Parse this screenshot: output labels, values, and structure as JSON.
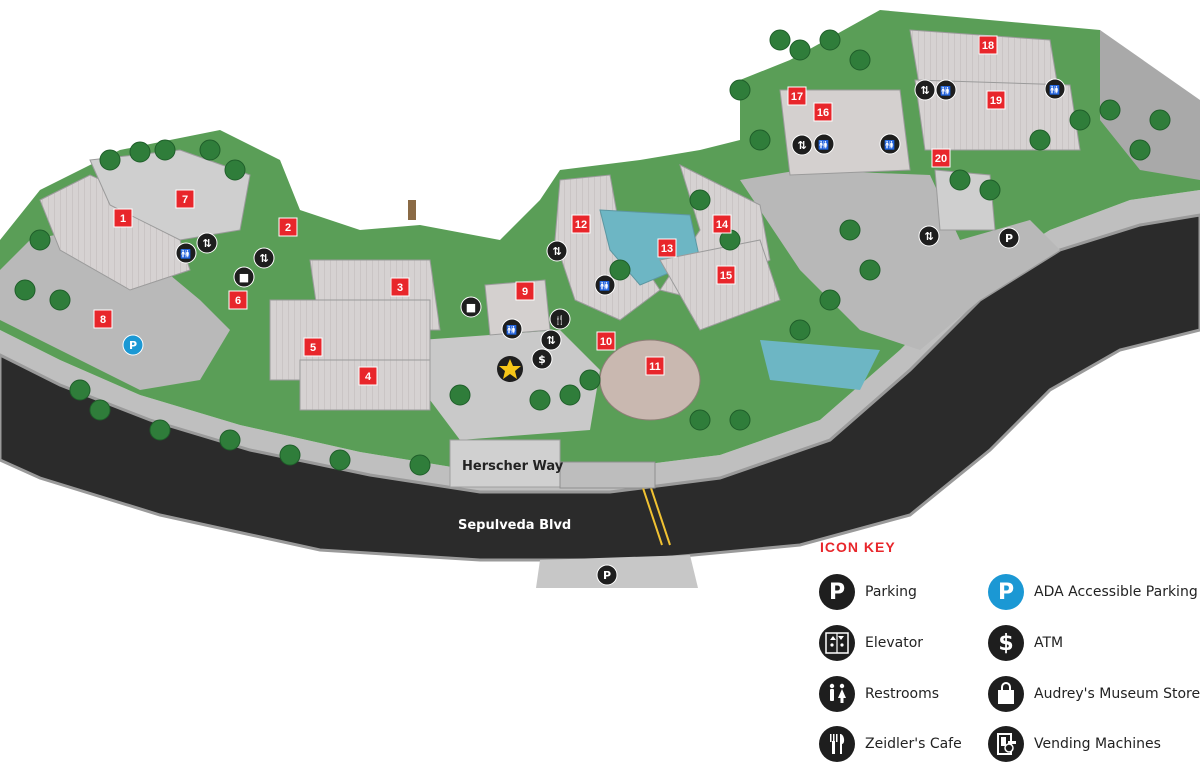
{
  "roads": {
    "main": "Sepulveda Blvd",
    "entrance": "Herscher Way"
  },
  "buildings": [
    {
      "num": "1"
    },
    {
      "num": "2"
    },
    {
      "num": "3"
    },
    {
      "num": "4"
    },
    {
      "num": "5"
    },
    {
      "num": "6"
    },
    {
      "num": "7"
    },
    {
      "num": "8"
    },
    {
      "num": "9"
    },
    {
      "num": "10"
    },
    {
      "num": "11"
    },
    {
      "num": "12"
    },
    {
      "num": "13"
    },
    {
      "num": "14"
    },
    {
      "num": "15"
    },
    {
      "num": "16"
    },
    {
      "num": "17"
    },
    {
      "num": "18"
    },
    {
      "num": "19"
    },
    {
      "num": "20"
    }
  ],
  "icon_key": {
    "title": "ICON KEY",
    "items": [
      {
        "icon": "parking-icon",
        "label": "Parking"
      },
      {
        "icon": "ada-parking-icon",
        "label": "ADA Accessible Parking"
      },
      {
        "icon": "elevator-icon",
        "label": "Elevator"
      },
      {
        "icon": "atm-icon",
        "label": "ATM"
      },
      {
        "icon": "restroom-icon",
        "label": "Restrooms"
      },
      {
        "icon": "store-icon",
        "label": "Audrey's Museum Store"
      },
      {
        "icon": "cafe-icon",
        "label": "Zeidler's Cafe"
      },
      {
        "icon": "vending-icon",
        "label": "Vending Machines"
      }
    ]
  },
  "icon_glyphs": {
    "parking": "P",
    "atm": "$"
  },
  "colors": {
    "building_marker": "#e8262b",
    "key_title": "#e8262b",
    "ada_blue": "#1b98d4",
    "road": "#2b2b2b",
    "grass": "#5a9e57",
    "pavement": "#c9c9c9",
    "building": "#d9d4d1",
    "water": "#6db6c4",
    "star": "#f5c518"
  }
}
